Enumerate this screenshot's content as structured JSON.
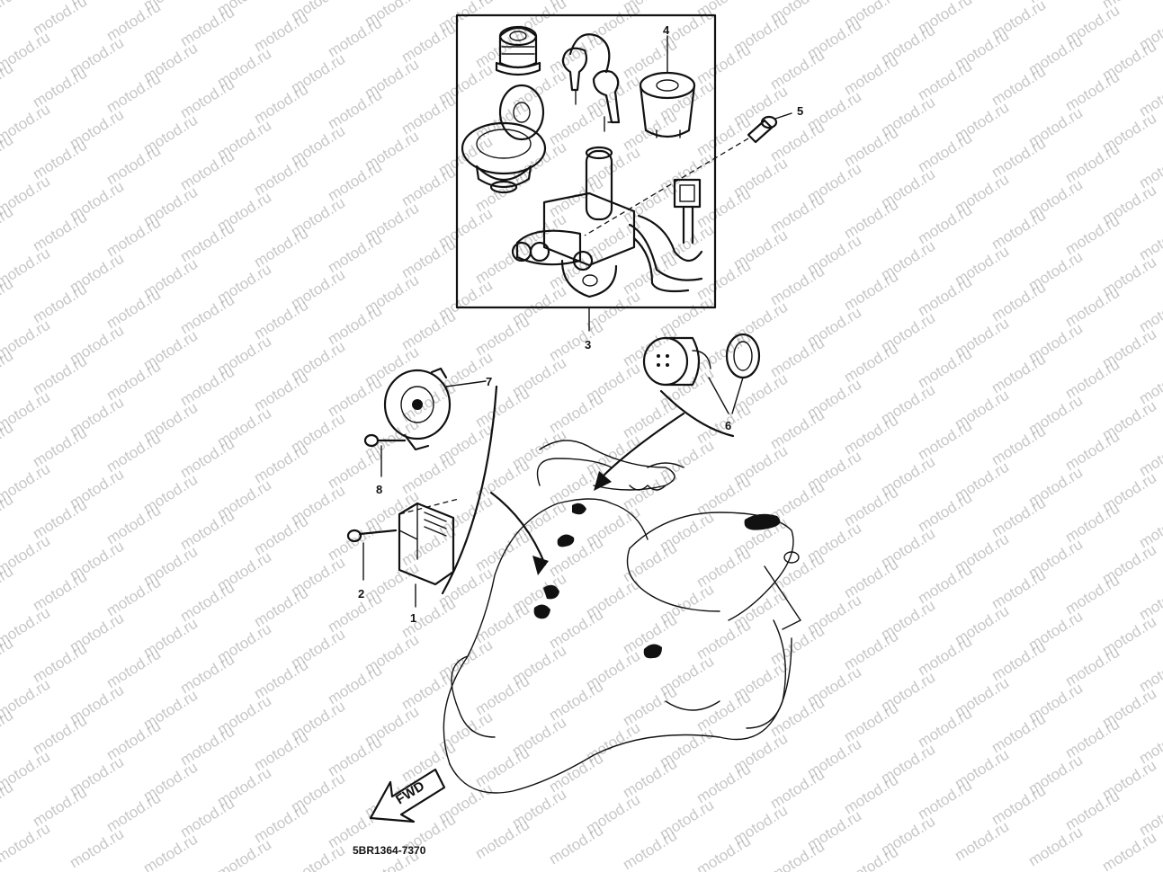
{
  "watermark": {
    "text": "motod.ru"
  },
  "callouts": {
    "p1": "1",
    "p2": "2",
    "p3": "3",
    "p4": "4",
    "p5": "5",
    "p6": "6",
    "p7": "7",
    "p8": "8"
  },
  "direction_label": "FWD",
  "diagram_code": "5BR1364-7370"
}
